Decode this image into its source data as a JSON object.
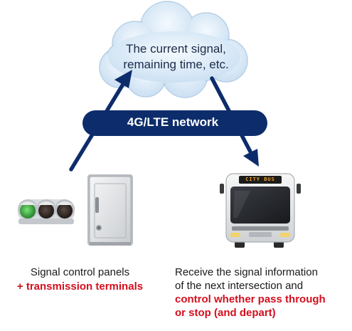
{
  "cloud": {
    "line1": "The current signal,",
    "line2": "remaining time, etc."
  },
  "network": {
    "label": "4G/LTE network"
  },
  "bus": {
    "destination_sign": "CITY BUS"
  },
  "left_caption": {
    "line1": "Signal control panels",
    "line2": "+ transmission terminals"
  },
  "right_caption": {
    "line1": "Receive the signal information",
    "line2": "of the next intersection and",
    "line3": "control whether pass through",
    "line4": "or stop (and depart)"
  },
  "colors": {
    "navy": "#0d2c6b",
    "red": "#d40f1e",
    "cloud": "#d6e7f6"
  }
}
